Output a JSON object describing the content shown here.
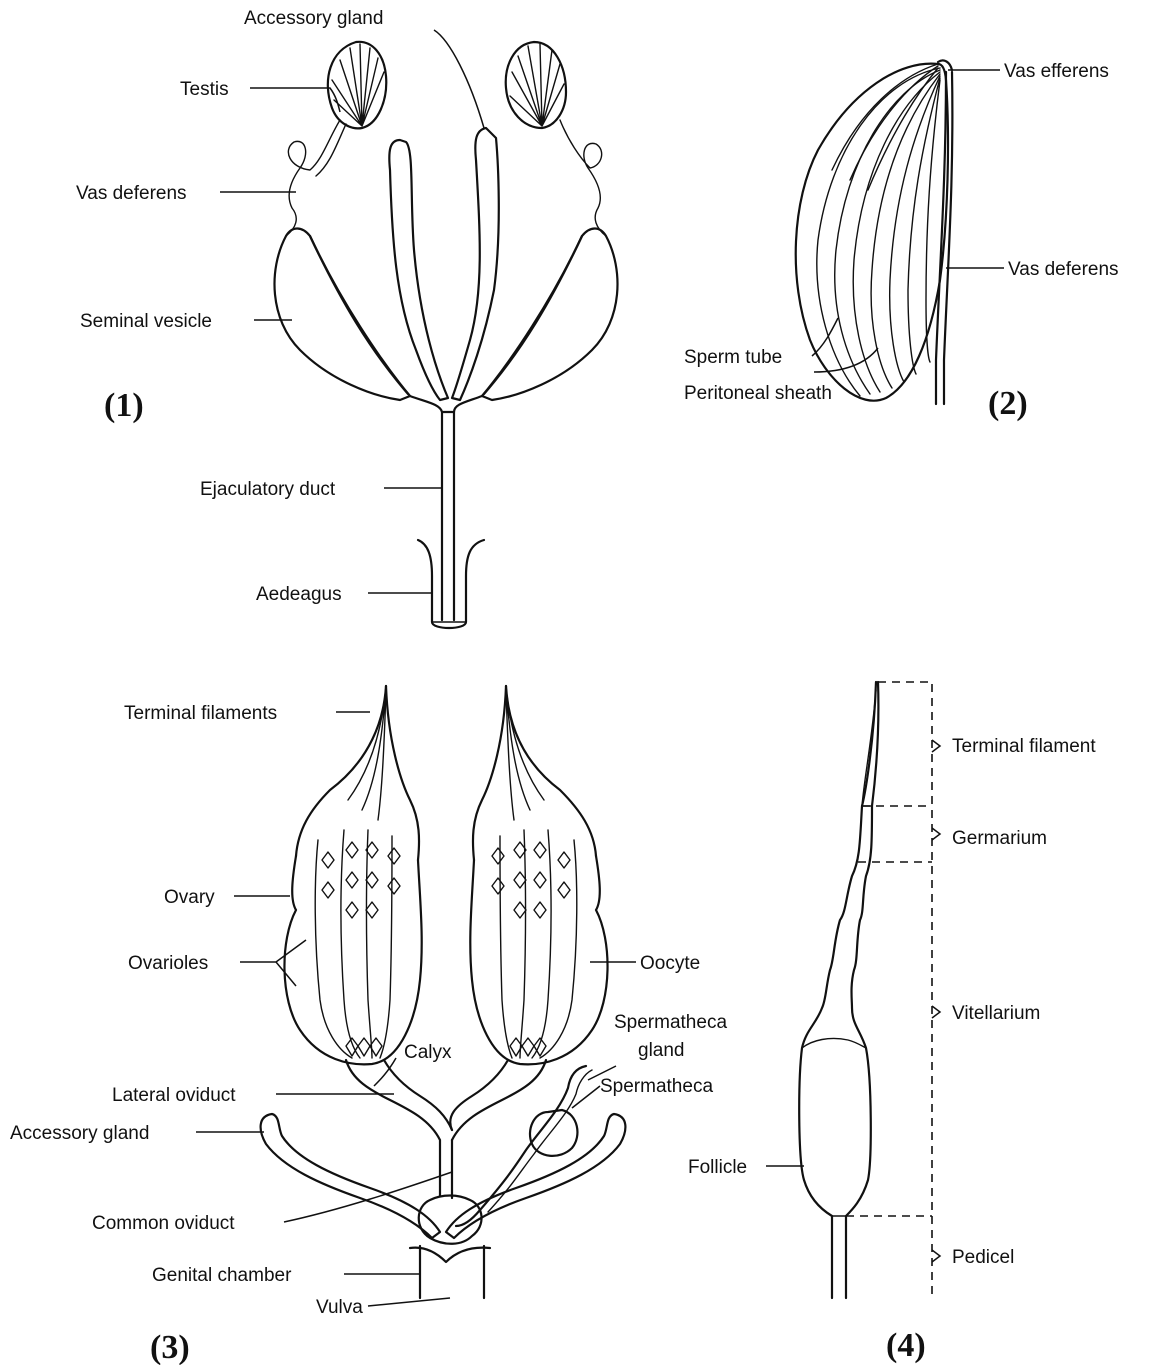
{
  "panel1": {
    "number": "(1)",
    "labels": {
      "accessory_gland": "Accessory gland",
      "testis": "Testis",
      "vas_deferens": "Vas deferens",
      "seminal_vesicle": "Seminal vesicle",
      "ejaculatory_duct": "Ejaculatory duct",
      "aedeagus": "Aedeagus"
    }
  },
  "panel2": {
    "number": "(2)",
    "labels": {
      "vas_efferens": "Vas efferens",
      "vas_deferens": "Vas deferens",
      "sperm_tube": "Sperm tube",
      "peritoneal_sheath": "Peritoneal sheath"
    }
  },
  "panel3": {
    "number": "(3)",
    "labels": {
      "terminal_filaments": "Terminal filaments",
      "ovary": "Ovary",
      "ovarioles": "Ovarioles",
      "oocyte": "Oocyte",
      "calyx": "Calyx",
      "spermatheca_gland_1": "Spermatheca",
      "spermatheca_gland_2": "gland",
      "spermatheca": "Spermatheca",
      "lateral_oviduct": "Lateral oviduct",
      "accessory_gland": "Accessory gland",
      "common_oviduct": "Common oviduct",
      "genital_chamber": "Genital chamber",
      "vulva": "Vulva"
    }
  },
  "panel4": {
    "number": "(4)",
    "labels": {
      "terminal_filament": "Terminal filament",
      "germarium": "Germarium",
      "vitellarium": "Vitellarium",
      "follicle": "Follicle",
      "pedicel": "Pedicel"
    }
  }
}
